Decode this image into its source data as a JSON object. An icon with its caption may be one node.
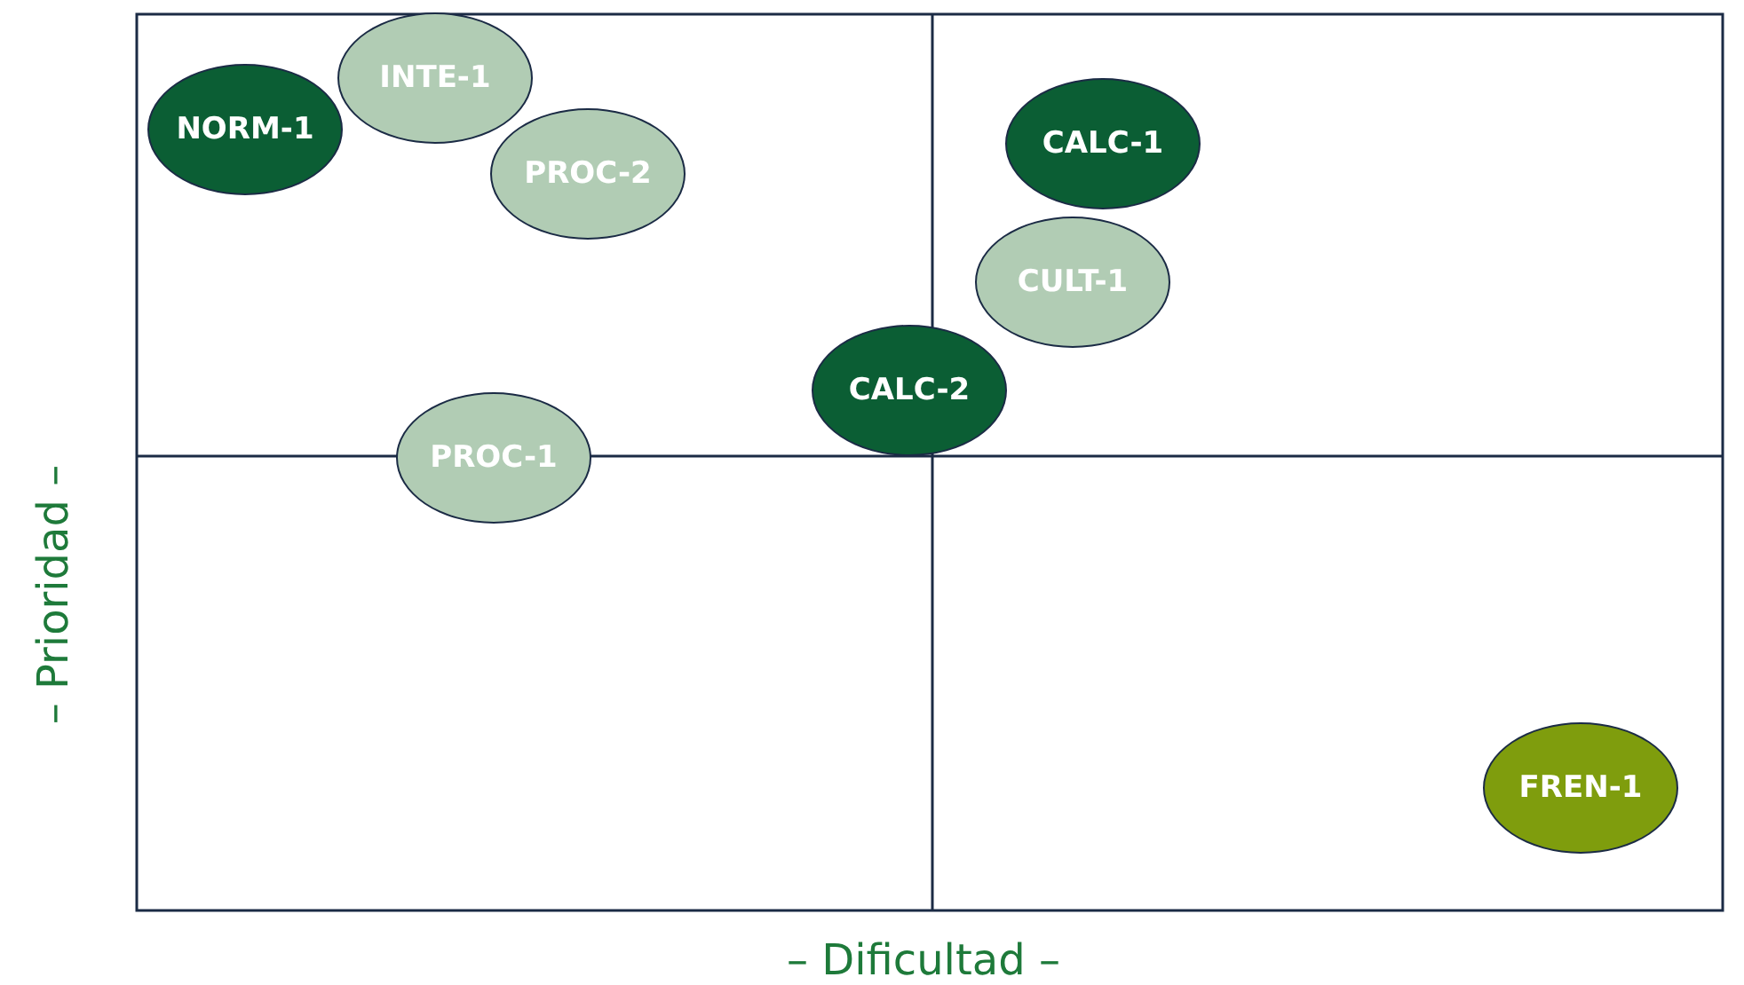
{
  "diagram": {
    "nodes": [
      {
        "text": [
          "INTE-1"
        ]
      },
      {
        "text": [
          "NORM-1"
        ]
      },
      {
        "text": [
          "CALC-1"
        ]
      },
      {
        "text": [
          "PROC-2"
        ]
      },
      {
        "text": [
          "CULT-1"
        ]
      },
      {
        "text": [
          "CALC-2"
        ]
      },
      {
        "text": [
          "PROC-1"
        ]
      },
      {
        "text": [
          "FREN-1"
        ]
      }
    ],
    "edges": [],
    "labels": [
      "– Prioridad –",
      "– Dificultad –"
    ]
  }
}
